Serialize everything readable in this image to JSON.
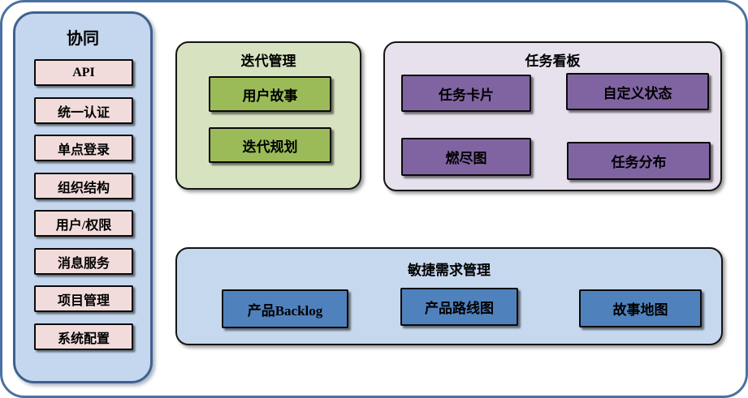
{
  "sidebar": {
    "title": "协同",
    "items": [
      "API",
      "统一认证",
      "单点登录",
      "组织结构",
      "用户/权限",
      "消息服务",
      "项目管理",
      "系统配置"
    ]
  },
  "groups": {
    "iteration": {
      "title": "迭代管理",
      "items": [
        "用户故事",
        "迭代规划"
      ]
    },
    "kanban": {
      "title": "任务看板",
      "items": [
        "任务卡片",
        "自定义状态",
        "燃尽图",
        "任务分布"
      ]
    },
    "requirements": {
      "title": "敏捷需求管理",
      "items": [
        "产品Backlog",
        "产品路线图",
        "故事地图"
      ]
    }
  },
  "palette": {
    "outer-border": "#4a71a3",
    "sidebar-fill": "#c5d7ee",
    "sidebar-border": "#3f618f",
    "pink-fill": "#f2dcdb",
    "green-panel": "#d7e3c0",
    "green-node": "#9bbb59",
    "purple-panel": "#e6e1ec",
    "purple-node": "#8064a2",
    "blue-panel": "#c6d8ee",
    "blue-node": "#4f81bd"
  }
}
